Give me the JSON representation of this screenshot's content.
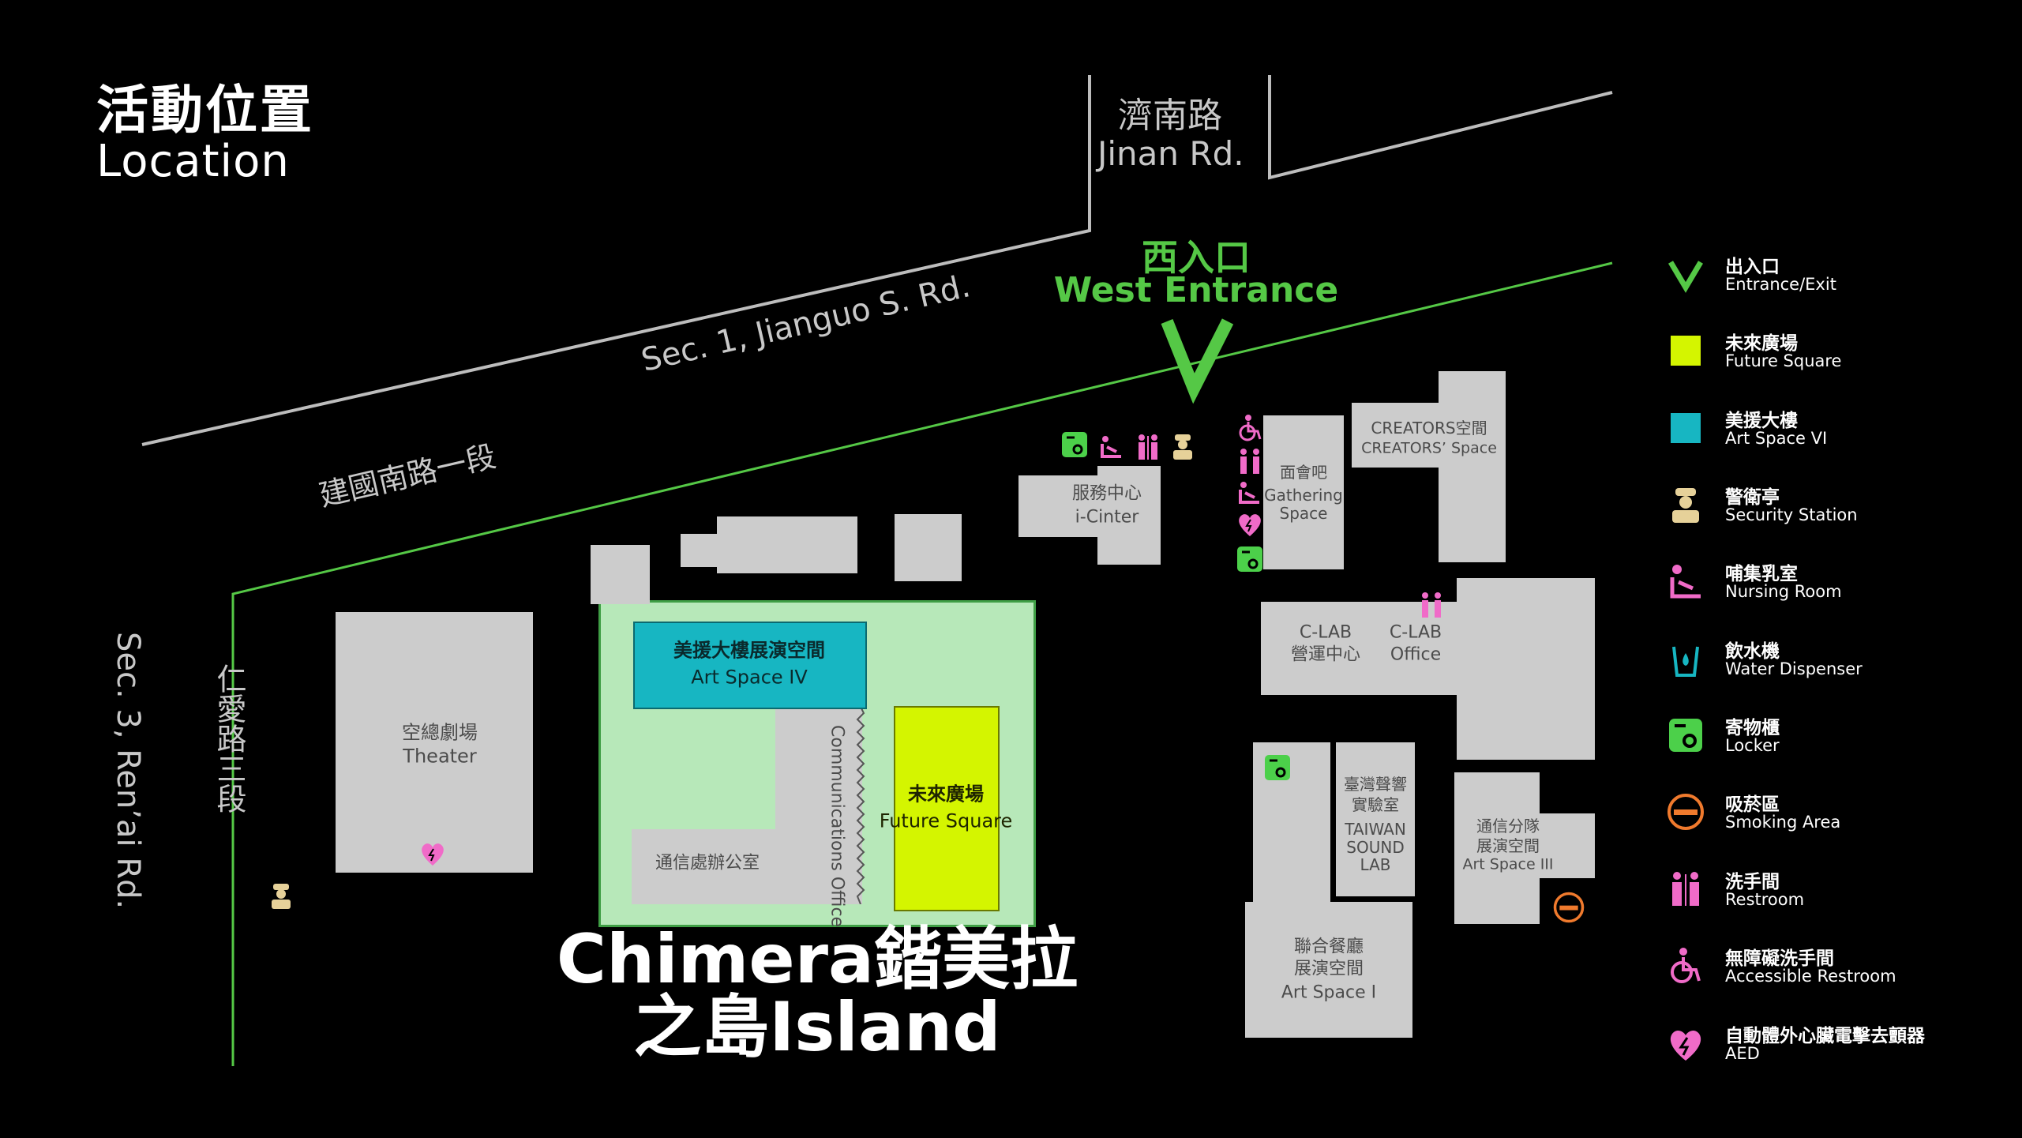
{
  "title": {
    "zh": "活動位置",
    "en": "Location"
  },
  "roads": {
    "jinan_zh": "濟南路",
    "jinan_en": "Jinan Rd.",
    "jianguo_zh": "建國南路一段",
    "jianguo_en": "Sec. 1, Jianguo S. Rd.",
    "renai_zh": "仁愛路三段",
    "renai_en": "Sec. 3, Ren’ai Rd."
  },
  "entrance": {
    "zh": "西入口",
    "en": "West Entrance"
  },
  "buildings": {
    "theater_zh": "空總劇場",
    "theater_en": "Theater",
    "art4_zh": "美援大樓展演空間",
    "art4_en": "Art Space IV",
    "comm_office_en": "Communications Office",
    "comm_office_zh": "通信處辦公室",
    "future_zh": "未來廣場",
    "future_en": "Future Square",
    "icenter_zh": "服務中心",
    "icenter_en": "i-Cinter",
    "gathering_zh": "面會吧",
    "gathering_en1": "Gathering",
    "gathering_en2": "Space",
    "creators_zh": "CREATORS空間",
    "creators_en": "CREATORS’ Space",
    "clab_ops_en": "C-LAB",
    "clab_ops_zh": "營運中心",
    "clab_office_en": "C-LAB",
    "clab_office_en2": "Office",
    "sound_zh1": "臺灣聲響",
    "sound_zh2": "實驗室",
    "sound_en1": "TAIWAN",
    "sound_en2": "SOUND",
    "sound_en3": "LAB",
    "art3_zh1": "通信分隊",
    "art3_zh2": "展演空間",
    "art3_en": "Art Space III",
    "art1_zh1": "聯合餐廳",
    "art1_zh2": "展演空間",
    "art1_en": "Art Space I"
  },
  "island": {
    "line1": "Chimera鍇美拉",
    "line2": "之島Island"
  },
  "legend": [
    {
      "zh": "出入口",
      "en": "Entrance/Exit",
      "icon": "entrance-icon"
    },
    {
      "zh": "未來廣場",
      "en": "Future Square",
      "icon": "future-square-swatch",
      "color": "#d4f500"
    },
    {
      "zh": "美援大樓",
      "en": "Art Space VI",
      "icon": "art-space-swatch",
      "color": "#17b6c2"
    },
    {
      "zh": "警衛亭",
      "en": "Security Station",
      "icon": "security-icon"
    },
    {
      "zh": "哺集乳室",
      "en": "Nursing Room",
      "icon": "nursing-icon"
    },
    {
      "zh": "飲水機",
      "en": "Water Dispenser",
      "icon": "water-icon"
    },
    {
      "zh": "寄物櫃",
      "en": "Locker",
      "icon": "locker-icon"
    },
    {
      "zh": "吸菸區",
      "en": "Smoking Area",
      "icon": "smoking-icon"
    },
    {
      "zh": "洗手間",
      "en": "Restroom",
      "icon": "restroom-icon"
    },
    {
      "zh": "無障礙洗手間",
      "en": "Accessible Restroom",
      "icon": "accessible-icon"
    },
    {
      "zh": "自動體外心臟電擊去顫器",
      "en": "AED",
      "icon": "aed-icon"
    }
  ],
  "colors": {
    "green_line": "#55c846",
    "future_square": "#d4f500",
    "art_space": "#17b6c2",
    "island_area": "#b7e8b9",
    "building": "#cccccc",
    "pink": "#f06bc8",
    "locker_green": "#4cd04a",
    "security_beige": "#e6d199",
    "smoking_orange": "#f07a2d"
  }
}
